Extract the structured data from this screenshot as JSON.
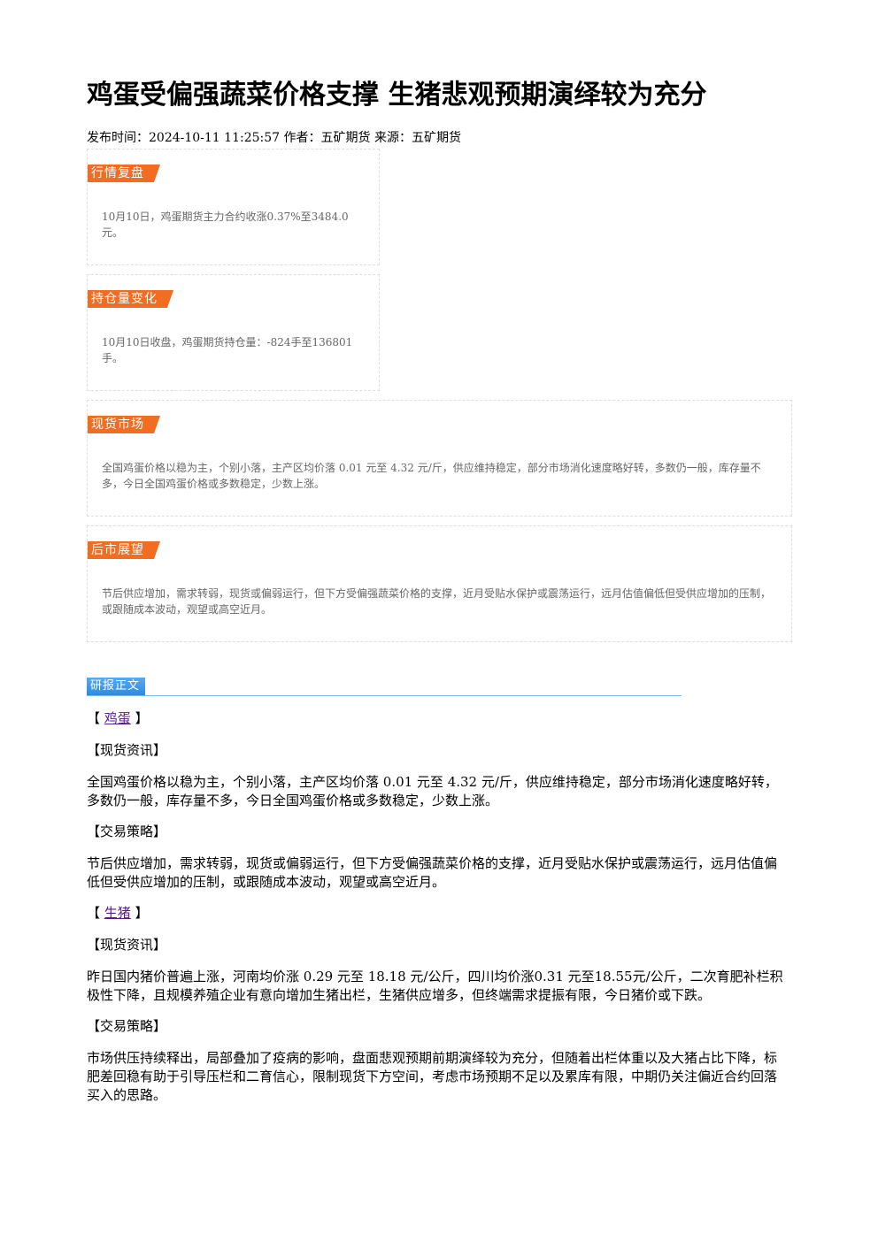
{
  "title": "鸡蛋受偏强蔬菜价格支撑 生猪悲观预期演绎较为充分",
  "meta": "发布时间：2024-10-11 11:25:57 作者：五矿期货 来源：五矿期货",
  "boxes": [
    {
      "tag": "行情复盘",
      "text": "10月10日，鸡蛋期货主力合约收涨0.37%至3484.0元。"
    },
    {
      "tag": "持仓量变化",
      "text": "10月10日收盘，鸡蛋期货持仓量：-824手至136801手。"
    },
    {
      "tag": "现货市场",
      "text": "全国鸡蛋价格以稳为主，个别小落，主产区均价落 0.01 元至 4.32 元/斤，供应维持稳定，部分市场消化速度略好转，多数仍一般，库存量不多，今日全国鸡蛋价格或多数稳定，少数上涨。"
    },
    {
      "tag": "后市展望",
      "text": "节后供应增加，需求转弱，现货或偏弱运行，但下方受偏强蔬菜价格的支撑，近月受贴水保护或震荡运行，远月估值偏低但受供应增加的压制，或跟随成本波动，观望或高空近月。"
    }
  ],
  "section_label": "研报正文",
  "content": {
    "egg": {
      "bracket_open": "【",
      "name": "鸡蛋",
      "bracket_close": "】",
      "spot_heading": "【现货资讯】",
      "spot_text": "全国鸡蛋价格以稳为主，个别小落，主产区均价落 0.01 元至 4.32 元/斤，供应维持稳定，部分市场消化速度略好转，多数仍一般，库存量不多，今日全国鸡蛋价格或多数稳定，少数上涨。",
      "strategy_heading": "【交易策略】",
      "strategy_text": "节后供应增加，需求转弱，现货或偏弱运行，但下方受偏强蔬菜价格的支撑，近月受贴水保护或震荡运行，远月估值偏低但受供应增加的压制，或跟随成本波动，观望或高空近月。"
    },
    "hog": {
      "bracket_open": "【",
      "name": "生猪",
      "bracket_close": "】",
      "spot_heading": "【现货资讯】",
      "spot_text": "昨日国内猪价普遍上涨，河南均价涨 0.29 元至 18.18 元/公斤，四川均价涨0.31 元至18.55元/公斤，二次育肥补栏积极性下降，且规模养殖企业有意向增加生猪出栏，生猪供应增多，但终端需求提振有限，今日猪价或下跌。",
      "strategy_heading": "【交易策略】",
      "strategy_text": "市场供压持续释出，局部叠加了疫病的影响，盘面悲观预期前期演绎较为充分，但随着出栏体重以及大猪占比下降，标肥差回稳有助于引导压栏和二育信心，限制现货下方空间，考虑市场预期不足以及累库有限，中期仍关注偏近合约回落买入的思路。"
    }
  }
}
